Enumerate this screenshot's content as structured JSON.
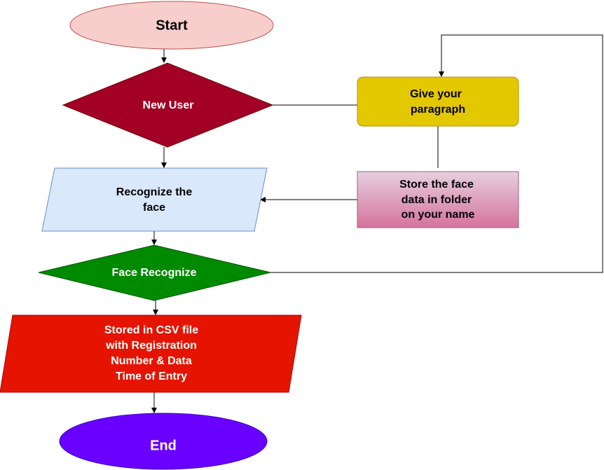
{
  "nodes": {
    "start": {
      "line1": "Start",
      "fill": "#f8cecc",
      "stroke": "#b85450"
    },
    "new_user": {
      "line1": "New User",
      "fill": "#a20025",
      "text_color": "#ffffff"
    },
    "give_paragraph": {
      "line1": "Give your",
      "line2": "paragraph",
      "fill": "#e3c800",
      "stroke": "#b09500"
    },
    "store_face": {
      "line1": "Store the face",
      "line2": "data in folder",
      "line3": "on your name",
      "fill_top": "#e6d0de",
      "fill_bottom": "#d5739d",
      "stroke": "#996185"
    },
    "recognize": {
      "line1": "Recognize the",
      "line2": "face",
      "fill": "#dae8fc",
      "stroke": "#6c8ebf"
    },
    "face_recognize": {
      "line1": "Face Recognize",
      "fill": "#008a00",
      "text_color": "#ffffff"
    },
    "stored_csv": {
      "line1": "Stored in CSV file",
      "line2": "with Registration",
      "line3": "Number & Data",
      "line4": "Time of Entry",
      "fill": "#e51400",
      "text_color": "#ffffff"
    },
    "end": {
      "line1": "End",
      "fill": "#6a00ff",
      "text_color": "#ffffff"
    }
  },
  "edge_color": "#000000"
}
